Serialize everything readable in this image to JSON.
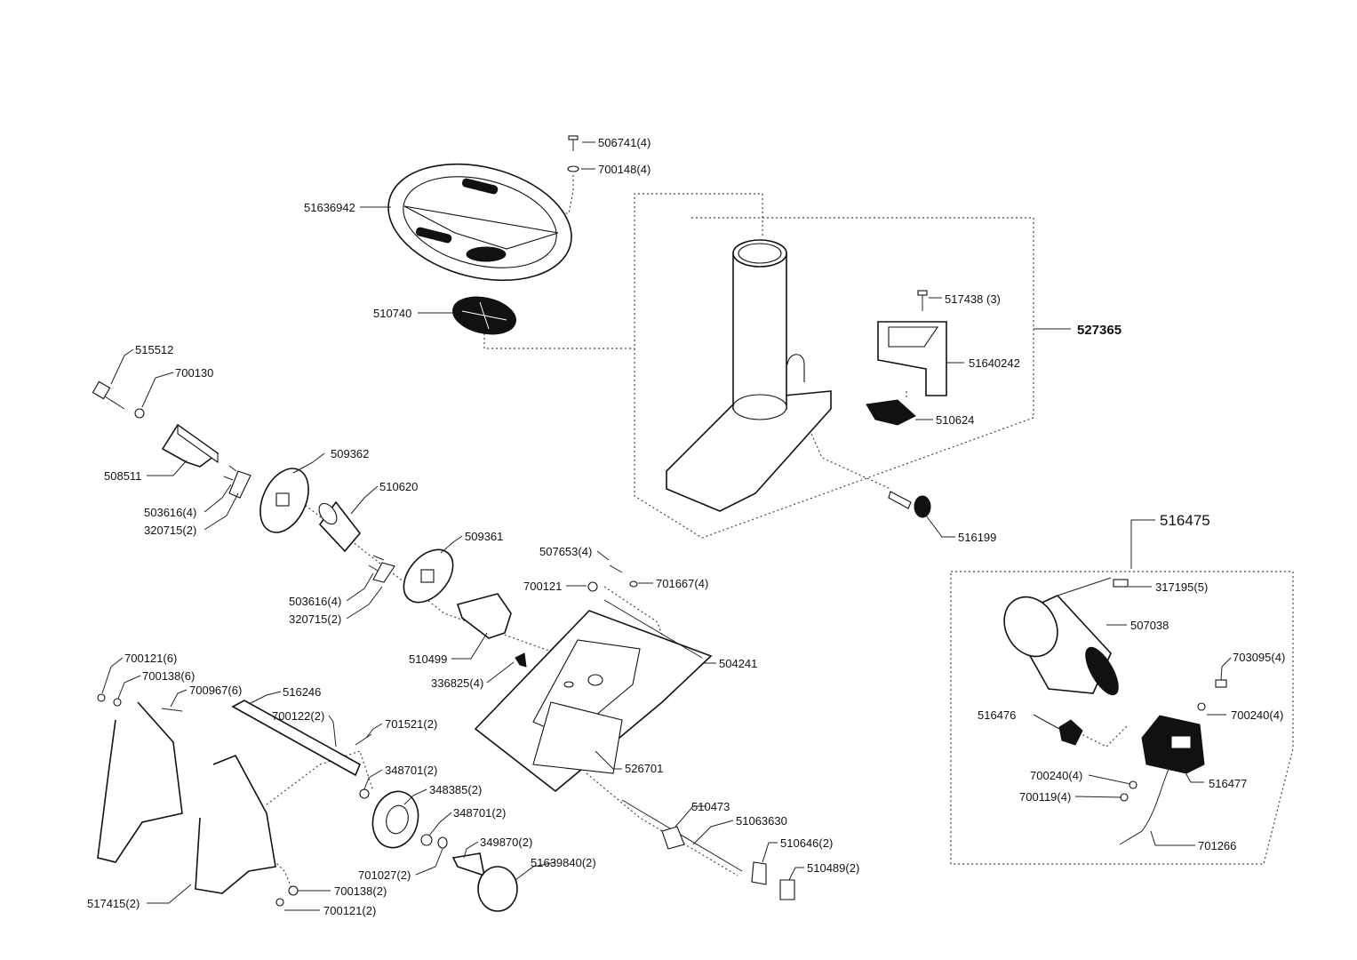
{
  "parts": {
    "p506741": "506741(4)",
    "p700148": "700148(4)",
    "p51636942": "51636942",
    "p510740": "510740",
    "p517438": "517438 (3)",
    "p527365": "527365",
    "p51640242": "51640242",
    "p510624": "510624",
    "p515512": "515512",
    "p700130": "700130",
    "p508511": "508511",
    "p509362": "509362",
    "p510620": "510620",
    "p503616a": "503616(4)",
    "p320715a": "320715(2)",
    "p516199": "516199",
    "p516475": "516475",
    "p509361": "509361",
    "p507653": "507653(4)",
    "p700121": "700121",
    "p701667": "701667(4)",
    "p503616b": "503616(4)",
    "p320715b": "320715(2)",
    "p317195": "317195(5)",
    "p507038": "507038",
    "p510499": "510499",
    "p504241": "504241",
    "p336825": "336825(4)",
    "p703095": "703095(4)",
    "p700121_6": "700121(6)",
    "p700138_6": "700138(6)",
    "p700967": "700967(6)",
    "p516246": "516246",
    "p516476": "516476",
    "p700240a": "700240(4)",
    "p700122": "700122(2)",
    "p701521": "701521(2)",
    "p348701a": "348701(2)",
    "p526701": "526701",
    "p348385": "348385(2)",
    "p700240b": "700240(4)",
    "p516477": "516477",
    "p700119": "700119(4)",
    "p510473": "510473",
    "p51063630": "51063630",
    "p348701b": "348701(2)",
    "p349870": "349870(2)",
    "p510646": "510646(2)",
    "p701266": "701266",
    "p51639840": "51639840(2)",
    "p701027": "701027(2)",
    "p510489": "510489(2)",
    "p700138_2": "700138(2)",
    "p517415": "517415(2)",
    "p700121_2": "700121(2)"
  }
}
